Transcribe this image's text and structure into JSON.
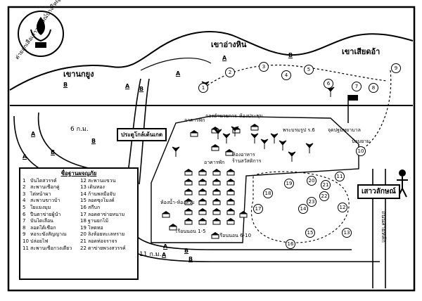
{
  "map": {
    "emblem_text": "ค่ายลูกเสือเสาวลักษณ์บางใหญ่",
    "mountains": [
      "เขานกยูง",
      "เขาอ่างหิน",
      "เขาเสียดอ้า"
    ],
    "gate_label": "ประตูโกล์เด้นเกต",
    "queen_label": "เสาวลักษณ์",
    "road_side_label": "ถนนสายหลัก",
    "distance_labels": [
      "6 ก.ม.",
      "11 ก.ม."
    ],
    "place_labels": {
      "office": "ห้องประชุม",
      "conference": "กองอำนวยการ",
      "statue": "พระบรมรูป ร.6",
      "relief": "จุดปฐมพยาบาล",
      "dining": "ห้องอาหาร",
      "shop": "ร้านสวัสดิการ",
      "lodge_a": "อาคารพัก",
      "lodge_b": "ห้องน้ำ-ห้องส้วม",
      "lodge_c": "อาคารพัก",
      "classroom_1_5": "เรือนนอน 1-5",
      "classroom_6_10": "เรือนนอน 6-10",
      "guard": "ป้อมยาม"
    },
    "markers": [
      "A",
      "B",
      "A",
      "B",
      "A",
      "B",
      "A",
      "B",
      "A",
      "B",
      "A",
      "B",
      "A",
      "B",
      "A",
      "B"
    ],
    "station_numbers": [
      "1",
      "2",
      "3",
      "4",
      "5",
      "6",
      "7",
      "8",
      "9",
      "10",
      "11",
      "12",
      "13",
      "14",
      "15",
      "16",
      "17",
      "18",
      "19",
      "20",
      "21",
      "22",
      "23"
    ]
  },
  "legend": {
    "title": "ชื่อฐานผจญภัย",
    "items": [
      {
        "n": "1",
        "label": "บันไดสวรรค์"
      },
      {
        "n": "2",
        "label": "สะพานเชือกคู่"
      },
      {
        "n": "3",
        "label": "ไต่หน้าผา"
      },
      {
        "n": "4",
        "label": "สะพานขาวบ้า"
      },
      {
        "n": "5",
        "label": "ใยแมงมุม"
      },
      {
        "n": "6",
        "label": "ปีนตาข่ายผู้นำ"
      },
      {
        "n": "7",
        "label": "บันไดเลื่อน"
      },
      {
        "n": "8",
        "label": "ลอดใต้เชือก"
      },
      {
        "n": "9",
        "label": "หอระฆังสัญญาณ"
      },
      {
        "n": "10",
        "label": "ปล่อยไฟ"
      },
      {
        "n": "11",
        "label": "สะพานเชือกวงเดียว"
      },
      {
        "n": "12",
        "label": "สะพานแขวน"
      },
      {
        "n": "13",
        "label": "เดินทอง"
      },
      {
        "n": "14",
        "label": "ก้านพลมือจับ"
      },
      {
        "n": "15",
        "label": "ลอดซุงโมงค์"
      },
      {
        "n": "16",
        "label": "สกีบก"
      },
      {
        "n": "17",
        "label": "ลอดตาข่ายหนาม"
      },
      {
        "n": "18",
        "label": "ฐานยกไม้"
      },
      {
        "n": "19",
        "label": "โหดทอ"
      },
      {
        "n": "20",
        "label": "ลิงห้อยทะเลทราย"
      },
      {
        "n": "21",
        "label": "ลอดท่อจราจร"
      },
      {
        "n": "22",
        "label": "ตาข่ายพวงสวรรค์"
      }
    ]
  },
  "colors": {
    "ink": "#000000",
    "paper": "#ffffff"
  }
}
